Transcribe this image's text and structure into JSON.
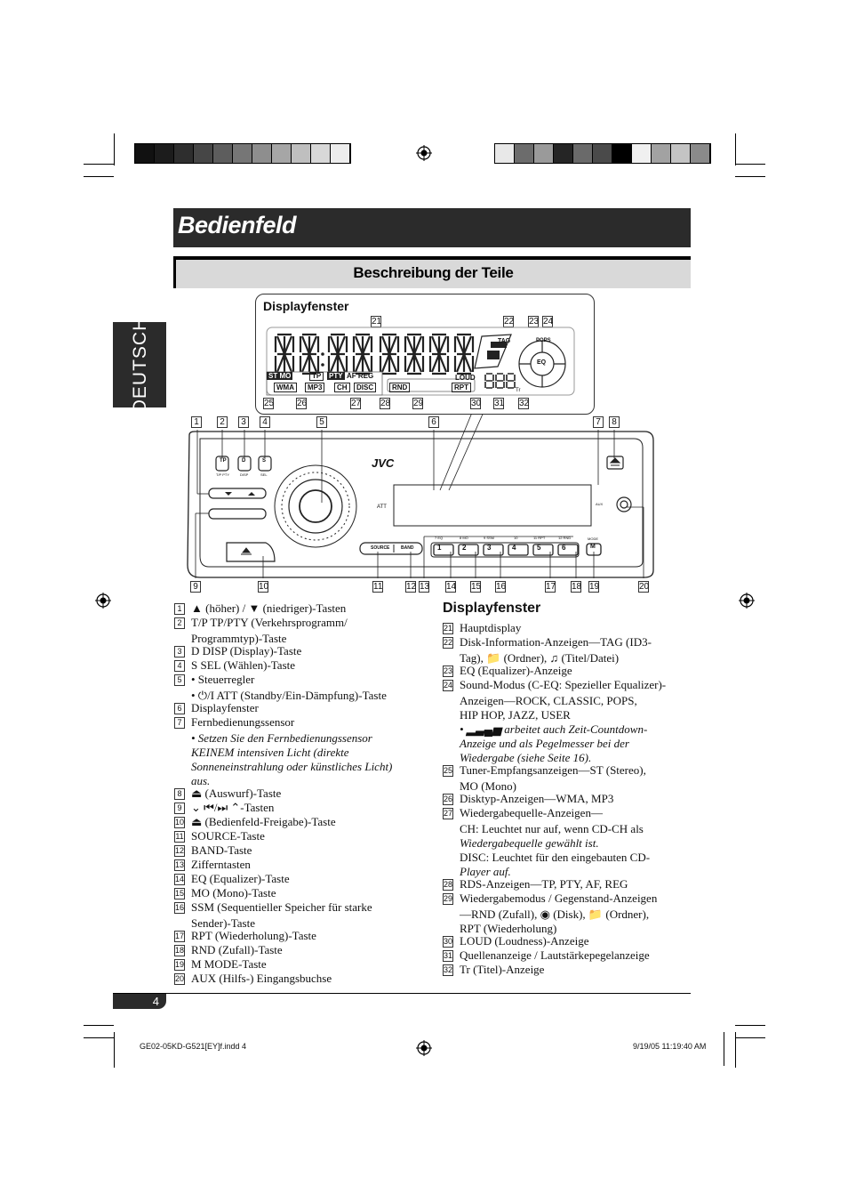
{
  "page": {
    "title": "Bedienfeld",
    "subtitle": "Beschreibung der Teile",
    "language_tab": "DEUTSCH",
    "page_number": "4",
    "slug_left": "GE02-05KD-G521[EY]f.indd   4",
    "slug_right": "9/19/05   11:19:40 AM",
    "accent_color": "#2b2b2b",
    "sub_bar_color": "#d9d9d9"
  },
  "display_window": {
    "label": "Displayfenster",
    "top_numbers": [
      "21",
      "22",
      "23",
      "24"
    ],
    "bottom_numbers": [
      "25",
      "26",
      "27",
      "28",
      "29",
      "30",
      "31",
      "32"
    ],
    "lcd": {
      "st_mo": "ST MO",
      "tp": "TP",
      "pty": "PTY",
      "af_reg": "AF REG",
      "wma": "WMA",
      "mp3": "MP3",
      "ch": "CH",
      "disc": "DISC",
      "rnd": "RND",
      "rpt": "RPT",
      "loud": "LOUD",
      "tag": "TAG",
      "eq": "EQ",
      "pops": "POPS",
      "tr": "Tr"
    }
  },
  "panel": {
    "brand": "JVC",
    "top_numbers": [
      "1",
      "2",
      "3",
      "4",
      "5",
      "6",
      "7",
      "8"
    ],
    "bottom_numbers": [
      "9",
      "10",
      "11",
      "12",
      "13",
      "14",
      "15",
      "16",
      "17",
      "18",
      "19",
      "20"
    ],
    "buttons": {
      "tp": "TP",
      "tp_sub": "T/P PTY",
      "d": "D",
      "d_sub": "DISP",
      "s": "S",
      "s_sub": "SEL",
      "source": "SOURCE",
      "band": "BAND",
      "mode": "MODE",
      "m": "M",
      "aux": "AUX",
      "att": "ATT",
      "presets": [
        "1",
        "2",
        "3",
        "4",
        "5",
        "6"
      ],
      "preset_labels": [
        "7 EQ",
        "8 MO",
        "9 SSM",
        "10",
        "11 RPT",
        "12 RND"
      ]
    }
  },
  "left_list": [
    {
      "num": "1",
      "text": "▲ (höher) / ▼ (niedriger)-Tasten"
    },
    {
      "num": "2",
      "text": "T/P TP/PTY (Verkehrsprogramm/"
    },
    {
      "num": "",
      "text": "Programmtyp)-Taste"
    },
    {
      "num": "3",
      "text": "D DISP (Display)-Taste"
    },
    {
      "num": "4",
      "text": "S SEL (Wählen)-Taste"
    },
    {
      "num": "5",
      "text": "• Steuerregler"
    },
    {
      "num": "",
      "text": "• ⏻/I ATT (Standby/Ein-Dämpfung)-Taste"
    },
    {
      "num": "6",
      "text": "Displayfenster"
    },
    {
      "num": "7",
      "text": "Fernbedienungssensor"
    },
    {
      "num": "",
      "text": "• Setzen Sie den Fernbedienungssensor",
      "italic": true
    },
    {
      "num": "",
      "text": "KEINEM intensiven Licht (direkte",
      "italic": true
    },
    {
      "num": "",
      "text": "Sonneneinstrahlung oder künstliches Licht)",
      "italic": true
    },
    {
      "num": "",
      "text": "aus.",
      "italic": true
    },
    {
      "num": "8",
      "text": "⏏ (Auswurf)-Taste"
    },
    {
      "num": "9",
      "text": "⌄ ⏮/⏭ ⌃-Tasten"
    },
    {
      "num": "10",
      "text": "⏏ (Bedienfeld-Freigabe)-Taste"
    },
    {
      "num": "11",
      "text": "SOURCE-Taste"
    },
    {
      "num": "12",
      "text": "BAND-Taste"
    },
    {
      "num": "13",
      "text": "Zifferntasten"
    },
    {
      "num": "14",
      "text": "EQ (Equalizer)-Taste"
    },
    {
      "num": "15",
      "text": "MO (Mono)-Taste"
    },
    {
      "num": "16",
      "text": "SSM (Sequentieller Speicher für starke"
    },
    {
      "num": "",
      "text": "Sender)-Taste"
    },
    {
      "num": "17",
      "text": "RPT (Wiederholung)-Taste"
    },
    {
      "num": "18",
      "text": "RND (Zufall)-Taste"
    },
    {
      "num": "19",
      "text": "M MODE-Taste"
    },
    {
      "num": "20",
      "text": "AUX (Hilfs-) Eingangsbuchse"
    }
  ],
  "right_heading": "Displayfenster",
  "right_list": [
    {
      "num": "21",
      "text": "Hauptdisplay"
    },
    {
      "num": "22",
      "text": "Disk-Information-Anzeigen—TAG (ID3-"
    },
    {
      "num": "",
      "text": "Tag), 📁 (Ordner), ♫ (Titel/Datei)"
    },
    {
      "num": "23",
      "text": "EQ (Equalizer)-Anzeige"
    },
    {
      "num": "24",
      "text": "Sound-Modus (C-EQ: Spezieller Equalizer)-"
    },
    {
      "num": "",
      "text": "Anzeigen—ROCK, CLASSIC, POPS,"
    },
    {
      "num": "",
      "text": "HIP HOP, JAZZ, USER"
    },
    {
      "num": "",
      "text": "•  ▂▃▄▅ arbeitet auch Zeit-Countdown-",
      "italic": true
    },
    {
      "num": "",
      "text": "Anzeige und als Pegelmesser bei der",
      "italic": true
    },
    {
      "num": "",
      "text": "Wiedergabe (siehe Seite 16).",
      "italic": true
    },
    {
      "num": "25",
      "text": "Tuner-Empfangsanzeigen—ST (Stereo),"
    },
    {
      "num": "",
      "text": "MO (Mono)"
    },
    {
      "num": "26",
      "text": "Disktyp-Anzeigen—WMA, MP3"
    },
    {
      "num": "27",
      "text": "Wiedergabequelle-Anzeigen—"
    },
    {
      "num": "",
      "text": "CH: Leuchtet nur auf, wenn CD-CH als"
    },
    {
      "num": "",
      "text": "Wiedergabequelle gewählt ist.",
      "italic": true
    },
    {
      "num": "",
      "text": "DISC: Leuchtet für den eingebauten CD-"
    },
    {
      "num": "",
      "text": "Player auf.",
      "italic": true
    },
    {
      "num": "28",
      "text": "RDS-Anzeigen—TP, PTY, AF, REG"
    },
    {
      "num": "29",
      "text": "Wiedergabemodus / Gegenstand-Anzeigen"
    },
    {
      "num": "",
      "text": "—RND (Zufall), ◉ (Disk), 📁 (Ordner),"
    },
    {
      "num": "",
      "text": "RPT (Wiederholung)"
    },
    {
      "num": "30",
      "text": "LOUD (Loudness)-Anzeige"
    },
    {
      "num": "31",
      "text": "Quellenanzeige / Lautstärkepegelanzeige"
    },
    {
      "num": "32",
      "text": "Tr (Titel)-Anzeige"
    }
  ]
}
